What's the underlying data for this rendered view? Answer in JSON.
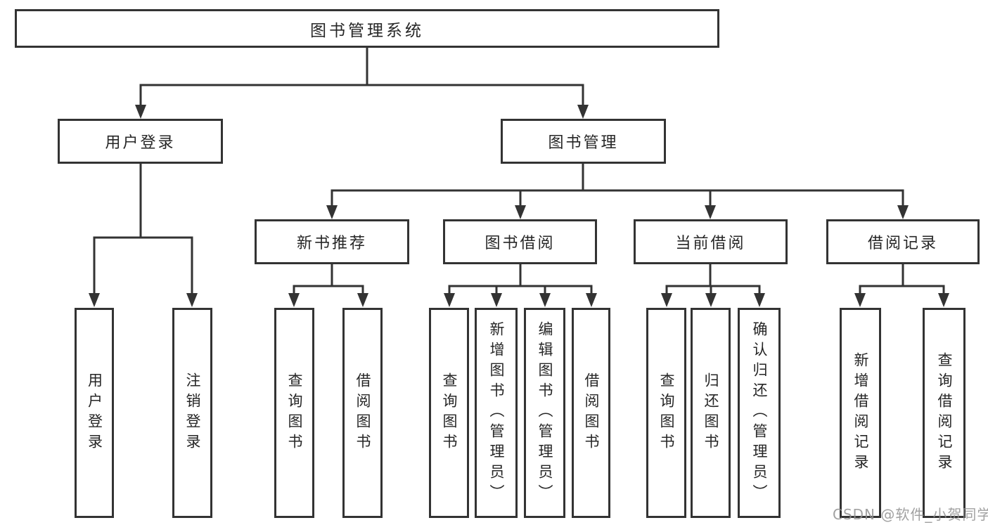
{
  "diagram": {
    "type": "hierarchy-tree",
    "title": "图书管理系统",
    "watermark": "CSDN @软件_小贺同学",
    "colors": {
      "line": "#333333",
      "box_border": "#333333",
      "box_background": "#ffffff",
      "text": "#262626",
      "watermark": "#919191"
    },
    "nodes": {
      "root": {
        "label": "图书管理系统"
      },
      "level2": [
        {
          "label": "用户登录"
        },
        {
          "label": "图书管理"
        }
      ],
      "level3": [
        {
          "label": "新书推荐",
          "parent": "图书管理"
        },
        {
          "label": "图书借阅",
          "parent": "图书管理"
        },
        {
          "label": "当前借阅",
          "parent": "图书管理"
        },
        {
          "label": "借阅记录",
          "parent": "图书管理"
        }
      ],
      "leaves": [
        {
          "label": "用户登录",
          "parent": "用户登录"
        },
        {
          "label": "注销登录",
          "parent": "用户登录"
        },
        {
          "label": "查询图书",
          "parent": "新书推荐"
        },
        {
          "label": "借阅图书",
          "parent": "新书推荐"
        },
        {
          "label": "查询图书",
          "parent": "图书借阅"
        },
        {
          "label": "新增图书（管理员）",
          "parent": "图书借阅"
        },
        {
          "label": "编辑图书（管理员）",
          "parent": "图书借阅"
        },
        {
          "label": "借阅图书",
          "parent": "图书借阅"
        },
        {
          "label": "查询图书",
          "parent": "当前借阅"
        },
        {
          "label": "归还图书",
          "parent": "当前借阅"
        },
        {
          "label": "确认归还（管理员）",
          "parent": "当前借阅"
        },
        {
          "label": "新增借阅记录",
          "parent": "借阅记录"
        },
        {
          "label": "查询借阅记录",
          "parent": "借阅记录"
        }
      ]
    }
  }
}
